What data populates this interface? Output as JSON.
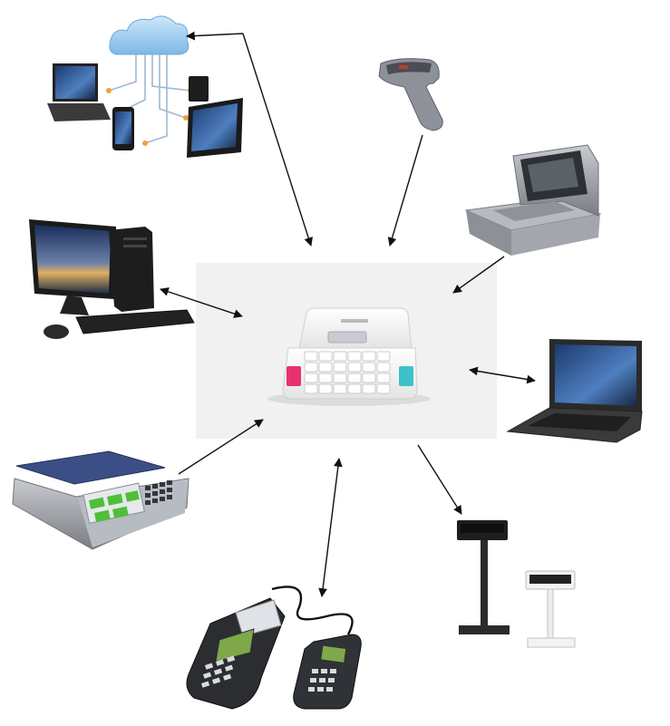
{
  "diagram": {
    "center_device": "cash-register",
    "peripherals": [
      {
        "id": "cloud",
        "icon": "cloud-network-icon",
        "connection": "bidirectional"
      },
      {
        "id": "barcode-scanner",
        "icon": "barcode-scanner-icon",
        "connection": "input"
      },
      {
        "id": "flatbed-scanner",
        "icon": "flatbed-scanner-icon",
        "connection": "input"
      },
      {
        "id": "desktop-pc",
        "icon": "desktop-computer-icon",
        "connection": "bidirectional"
      },
      {
        "id": "laptop",
        "icon": "laptop-icon",
        "connection": "bidirectional"
      },
      {
        "id": "weighing-scale",
        "icon": "weighing-scale-icon",
        "connection": "input"
      },
      {
        "id": "card-terminal",
        "icon": "card-terminal-icon",
        "connection": "bidirectional"
      },
      {
        "id": "customer-display",
        "icon": "customer-display-icon",
        "connection": "output"
      }
    ],
    "colors": {
      "arrow": "#111111",
      "center_bg": "#f1f1f1",
      "register_accent_pink": "#e8326e",
      "register_accent_teal": "#3fc1c9",
      "cloud_blue": "#8ec5ee",
      "scale_display_green": "#4fbf3a"
    }
  }
}
